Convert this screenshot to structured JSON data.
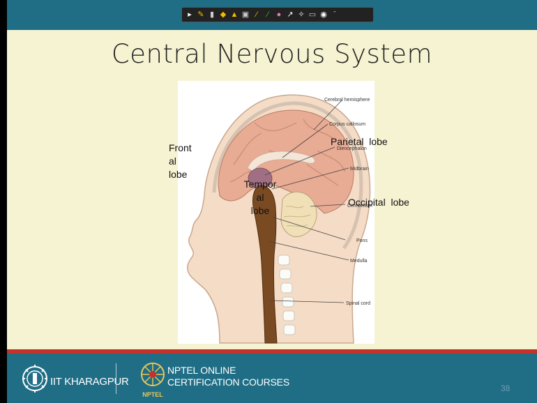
{
  "slide": {
    "title": "Central Nervous System",
    "page_number": "38"
  },
  "toolbar": {
    "tools": [
      "pointer-icon",
      "pen-icon",
      "highlighter-icon",
      "eraser-icon",
      "shape-icon",
      "text-icon",
      "line-icon",
      "marker-icon",
      "laser-icon",
      "arrow-icon",
      "zoom-icon",
      "screen-icon",
      "settings-icon",
      "close-icon"
    ]
  },
  "diagram": {
    "printed_labels": [
      "Cerebral hemisphere",
      "Corpus callosum",
      "Diencephalon",
      "Midbrain",
      "Cerebellum",
      "Pons",
      "Medulla",
      "Spinal cord"
    ],
    "annotations": {
      "frontal_1": "Front",
      "frontal_2": "al",
      "frontal_3": "lobe",
      "parietal": "Parietal  lobe",
      "temporal_1": "Tempor",
      "temporal_2": "al",
      "temporal_3": "lobe",
      "occipital": "Occipital  lobe"
    }
  },
  "footer": {
    "institute": "IIT KHARAGPUR",
    "nptel_line1": "NPTEL ONLINE",
    "nptel_line2": "CERTIFICATION COURSES",
    "nptel_logo_text": "NPTEL"
  },
  "colors": {
    "band": "#1f6e86",
    "slide_bg": "#f6f3d2",
    "accent_red": "#c2342b",
    "brain": "#e8ab93",
    "brainstem": "#7a4a22",
    "cerebellum": "#f1e0b7"
  }
}
